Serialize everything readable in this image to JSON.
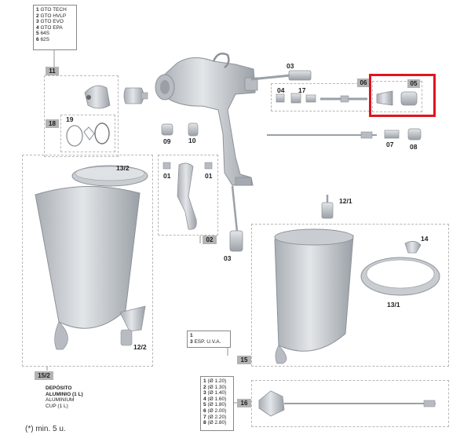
{
  "gun_models": [
    {
      "n": "1",
      "label": "GTO TECH"
    },
    {
      "n": "2",
      "label": "GTO HVLP"
    },
    {
      "n": "3",
      "label": "GTO EVO"
    },
    {
      "n": "4",
      "label": "GTO EPA"
    },
    {
      "n": "5",
      "label": "64S"
    },
    {
      "n": "6",
      "label": "62S"
    }
  ],
  "group_tags": {
    "g11": "11",
    "g18": "18",
    "g06": "06",
    "g05": "05",
    "g02": "02",
    "g15": "15",
    "g15_2": "15/2",
    "g16": "16"
  },
  "part_labels": {
    "p03_top": "03",
    "p04": "04",
    "p17": "17",
    "p07": "07",
    "p08": "08",
    "p09": "09",
    "p10": "10",
    "p19": "19",
    "p01_left": "01",
    "p01_right": "01",
    "p03_bottom": "03",
    "p12_1": "12/1",
    "p13_2": "13/2",
    "p12_2": "12/2",
    "p14": "14",
    "p13_1": "13/1"
  },
  "spacer_list": [
    {
      "n": "1",
      "label": ""
    },
    {
      "n": "3",
      "label": "ESP. U.V.A."
    }
  ],
  "nozzle_list": [
    {
      "n": "1",
      "label": "(Ø 1.20)"
    },
    {
      "n": "2",
      "label": "(Ø 1.30)"
    },
    {
      "n": "3",
      "label": "(Ø 1.40)"
    },
    {
      "n": "4",
      "label": "(Ø 1.60)"
    },
    {
      "n": "5",
      "label": "(Ø 1.80)"
    },
    {
      "n": "6",
      "label": "(Ø 2.00)"
    },
    {
      "n": "7",
      "label": "(Ø 2.20)"
    },
    {
      "n": "8",
      "label": "(Ø 2.80)"
    }
  ],
  "cup_caption": {
    "line1": "DEPÓSITO",
    "line2": "ALUMINIO (1 L)",
    "line3": "ALUMINIUM",
    "line4": "CUP (1 L)"
  },
  "footnote": "(*) min. 5 u.",
  "colors": {
    "part_fill": "#c9cdd2",
    "part_stroke": "#8d9298",
    "tag_fill": "#b3b3b3",
    "highlight": "#e0141e"
  },
  "icons": {
    "spray_gun": "spray-gun-body",
    "cup": "paint-cup",
    "nozzle": "nozzle-kit"
  }
}
